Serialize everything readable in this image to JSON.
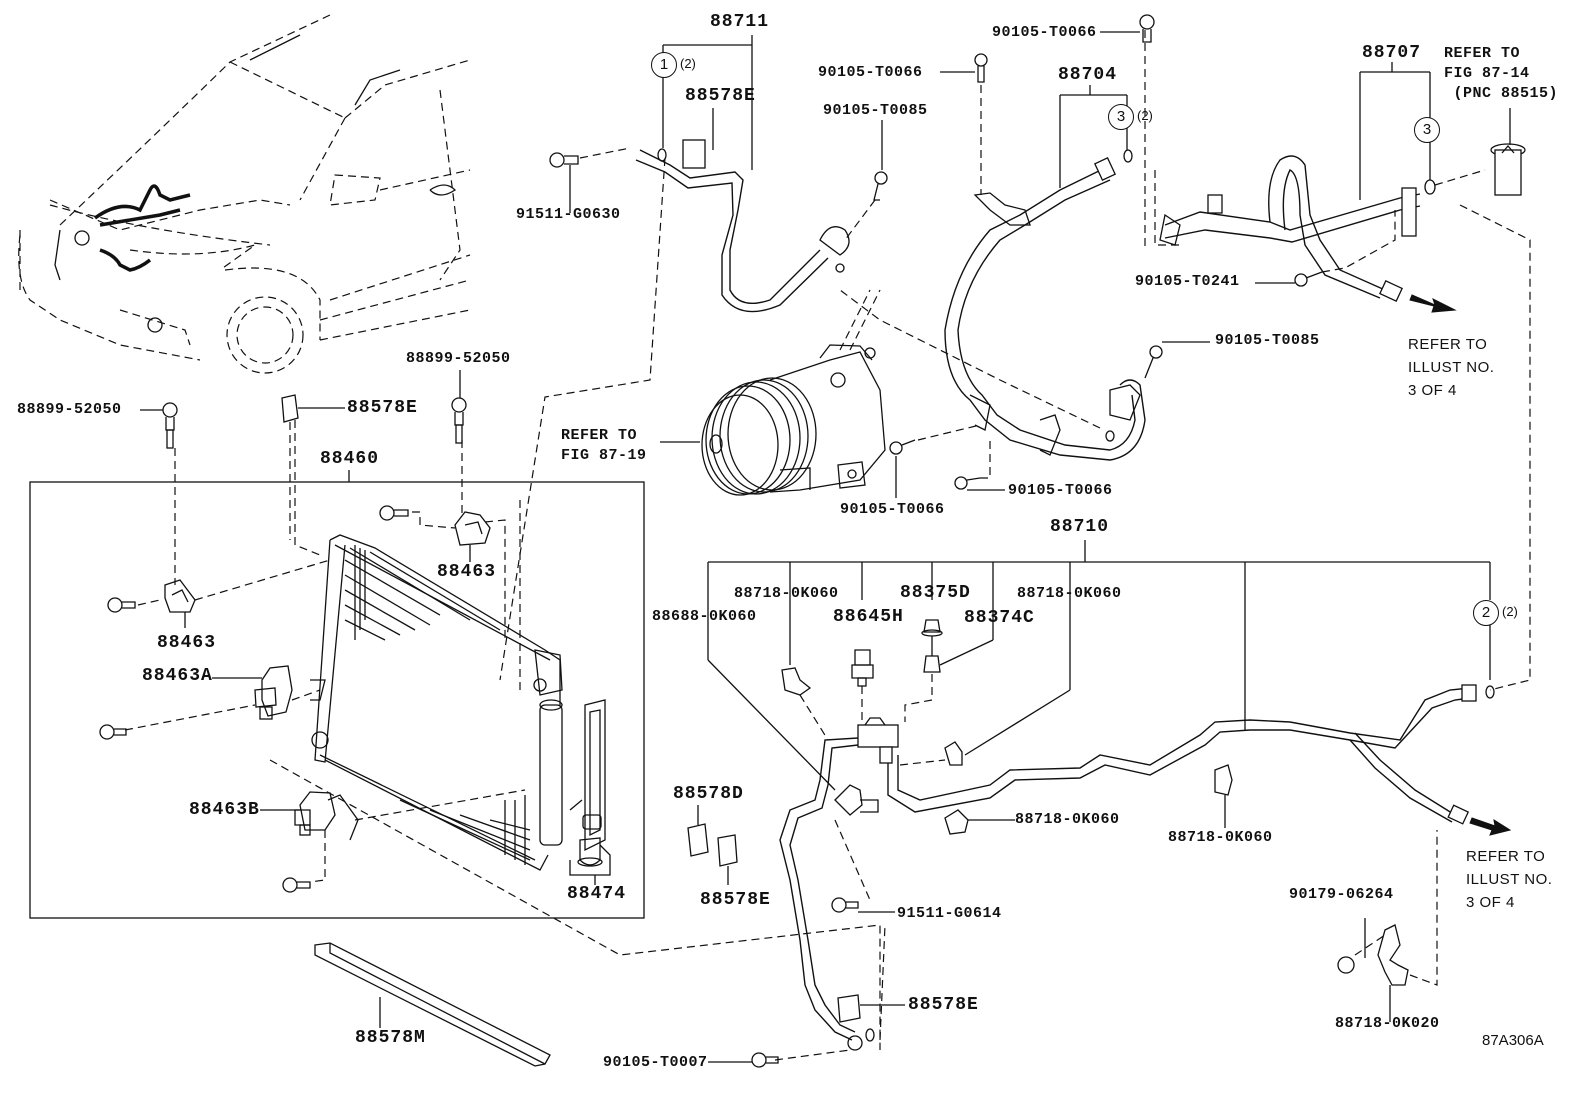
{
  "figure_id": "87A306A",
  "vehicle": {
    "name": "vehicle-overview"
  },
  "parts": {
    "p88711": "88711",
    "p88578E_top": "88578E",
    "p91511_G0630": "91511-G0630",
    "p90105_T0066_a": "90105-T0066",
    "p90105_T0085_a": "90105-T0085",
    "p90105_T0066_top": "90105-T0066",
    "p88704": "88704",
    "p88707": "88707",
    "p90105_T0241": "90105-T0241",
    "p90105_T0085_b": "90105-T0085",
    "p90105_T0066_b": "90105-T0066",
    "p90105_T0066_c": "90105-T0066",
    "p88899_52050_a": "88899-52050",
    "p88899_52050_b": "88899-52050",
    "p88578E_mid": "88578E",
    "p88460": "88460",
    "p88463_a": "88463",
    "p88463_b": "88463",
    "p88463A": "88463A",
    "p88463B": "88463B",
    "p88474": "88474",
    "p88578M": "88578M",
    "p88710": "88710",
    "p88718_0K060_a": "88718-0K060",
    "p88688_0K060": "88688-0K060",
    "p88375D": "88375D",
    "p88645H": "88645H",
    "p88374C": "88374C",
    "p88718_0K060_b": "88718-0K060",
    "p88718_0K060_c": "88718-0K060",
    "p88718_0K060_d": "88718-0K060",
    "p88578D": "88578D",
    "p88578E_low": "88578E",
    "p88578E_bottom": "88578E",
    "p91511_G0614": "91511-G0614",
    "p90105_T0007": "90105-T0007",
    "p90179_06264": "90179-06264",
    "p88718_0K020": "88718-0K020"
  },
  "callouts": [
    {
      "num": "1",
      "qty": "(2)"
    },
    {
      "num": "3",
      "qty": "(2)"
    },
    {
      "num": "3",
      "qty": ""
    },
    {
      "num": "2",
      "qty": "(2)"
    }
  ],
  "references": {
    "fig_87_14": "REFER TO\nFIG 87-14\n (PNC 88515)",
    "fig_87_19": "REFER TO\nFIG 87-19",
    "illust_upper": "REFER TO\nILLUST NO.\n3 OF 4",
    "illust_lower": "REFER TO\nILLUST NO.\n3 OF 4"
  }
}
